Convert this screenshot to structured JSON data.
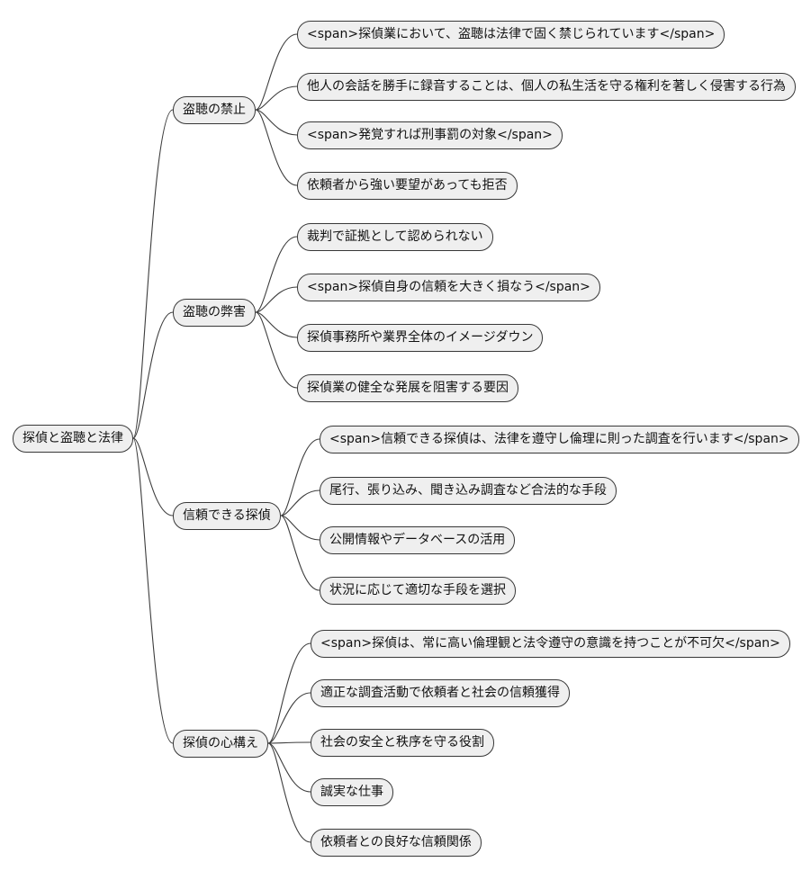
{
  "diagram": {
    "type": "mindmap",
    "root": {
      "label": "探偵と盗聴と法律"
    },
    "branches": [
      {
        "label": "盗聴の禁止",
        "children": [
          "<span>探偵業において、盗聴は法律で固く禁じられています</span>",
          "他人の会話を勝手に録音することは、個人の私生活を守る権利を著しく侵害する行為",
          "<span>発覚すれば刑事罰の対象</span>",
          "依頼者から強い要望があっても拒否"
        ]
      },
      {
        "label": "盗聴の弊害",
        "children": [
          "裁判で証拠として認められない",
          "<span>探偵自身の信頼を大きく損なう</span>",
          "探偵事務所や業界全体のイメージダウン",
          "探偵業の健全な発展を阻害する要因"
        ]
      },
      {
        "label": "信頼できる探偵",
        "children": [
          "<span>信頼できる探偵は、法律を遵守し倫理に則った調査を行います</span>",
          "尾行、張り込み、聞き込み調査など合法的な手段",
          "公開情報やデータベースの活用",
          "状況に応じて適切な手段を選択"
        ]
      },
      {
        "label": "探偵の心構え",
        "children": [
          "<span>探偵は、常に高い倫理観と法令遵守の意識を持つことが不可欠</span>",
          "適正な調査活動で依頼者と社会の信頼獲得",
          "社会の安全と秩序を守る役割",
          "誠実な仕事",
          "依頼者との良好な信頼関係"
        ]
      }
    ],
    "style": {
      "background": "#ffffff",
      "node_fill": "#efefef",
      "node_border": "#383838",
      "link_color": "#3d3d3d",
      "text_color": "#111111"
    }
  }
}
